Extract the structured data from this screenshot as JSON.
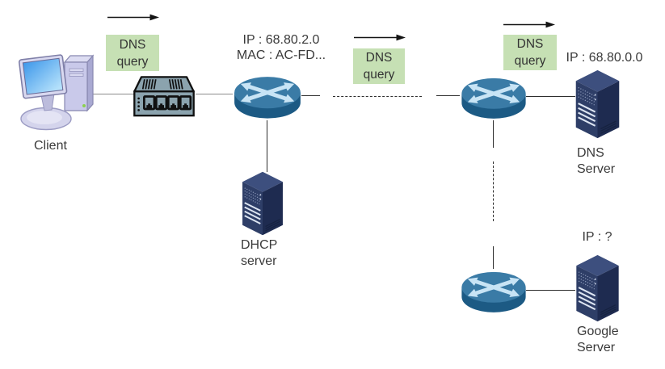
{
  "flow_labels": [
    {
      "line1": "DNS",
      "line2": "query"
    },
    {
      "line1": "DNS",
      "line2": "query"
    },
    {
      "line1": "DNS",
      "line2": "query"
    }
  ],
  "nodes": {
    "client": {
      "label": "Client"
    },
    "router1": {
      "ip": "IP : 68.80.2.0",
      "mac": "MAC : AC-FD..."
    },
    "dhcp_server": {
      "name_line1": "DHCP",
      "name_line2": "server"
    },
    "dns_server": {
      "ip": "IP : 68.80.0.0",
      "name_line1": "DNS",
      "name_line2": "Server"
    },
    "google_server": {
      "ip": "IP : ?",
      "name_line1": "Google",
      "name_line2": "Server"
    }
  },
  "icons": {
    "client": "desktop-computer-icon",
    "switch": "network-switch-icon",
    "router": "router-icon",
    "server": "server-tower-icon",
    "flow_arrow": "right-arrow-icon"
  },
  "colors": {
    "query_label_bg": "#c6e0b4",
    "router_top": "#3a7ba6",
    "router_side": "#1c5a84",
    "router_arrows": "#c8e4f5",
    "server_front": "#2e3e67",
    "server_side": "#1e2b50",
    "server_top": "#3d4f7e",
    "switch_body": "#8ba3ae",
    "text": "#3a3a3a",
    "line": "#2e2e2e"
  }
}
